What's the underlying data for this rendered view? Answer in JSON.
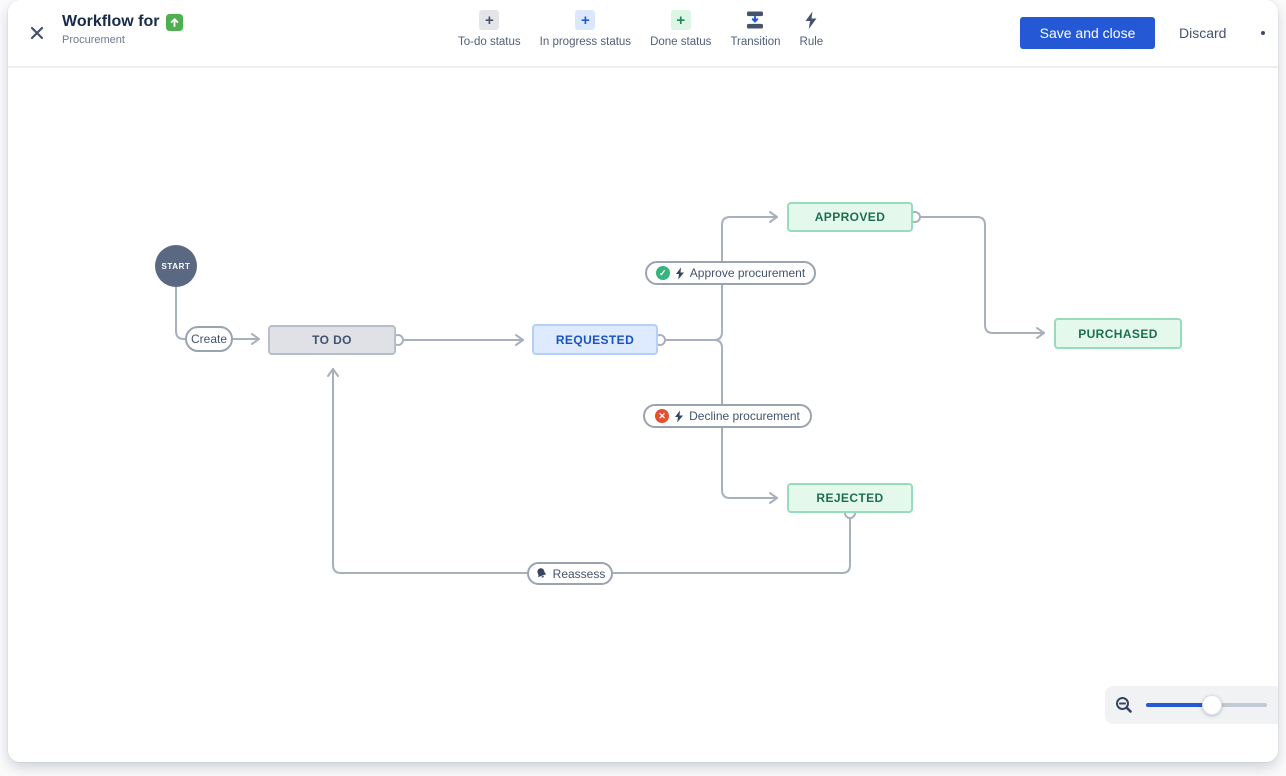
{
  "header": {
    "title": "Workflow for",
    "title_icon": "green-up-arrow-icon",
    "subtitle": "Procurement",
    "toolbar": [
      {
        "label": "To-do status",
        "icon": "plus-gray-icon"
      },
      {
        "label": "In progress status",
        "icon": "plus-blue-icon"
      },
      {
        "label": "Done status",
        "icon": "plus-green-icon"
      },
      {
        "label": "Transition",
        "icon": "transition-icon"
      },
      {
        "label": "Rule",
        "icon": "lightning-icon"
      }
    ],
    "save_label": "Save and close",
    "discard_label": "Discard"
  },
  "diagram": {
    "start_label": "START",
    "statuses": [
      {
        "label": "TO DO",
        "category": "todo"
      },
      {
        "label": "REQUESTED",
        "category": "in-progress"
      },
      {
        "label": "APPROVED",
        "category": "done"
      },
      {
        "label": "PURCHASED",
        "category": "done"
      },
      {
        "label": "REJECTED",
        "category": "done"
      }
    ],
    "transitions": [
      {
        "label": "Create",
        "rule_icons": []
      },
      {
        "label": "Approve procurement",
        "rule_icons": [
          "check-circle",
          "lightning"
        ]
      },
      {
        "label": "Decline procurement",
        "rule_icons": [
          "x-circle",
          "lightning"
        ]
      },
      {
        "label": "Reassess",
        "rule_icons": [
          "bell"
        ]
      }
    ]
  },
  "zoom_control": {
    "icon": "zoom-out-icon",
    "slider_value_percent": 55
  },
  "colors": {
    "accent_blue": "#2458d5",
    "edge_gray": "#a9b0bd",
    "status_todo_bg": "#dfe1e6",
    "status_inprogress_bg": "#deebff",
    "status_done_bg": "#e4f9ec",
    "rule_approve_green": "#36b37e",
    "rule_decline_red": "#e5502e",
    "start_node": "#5a6882"
  }
}
